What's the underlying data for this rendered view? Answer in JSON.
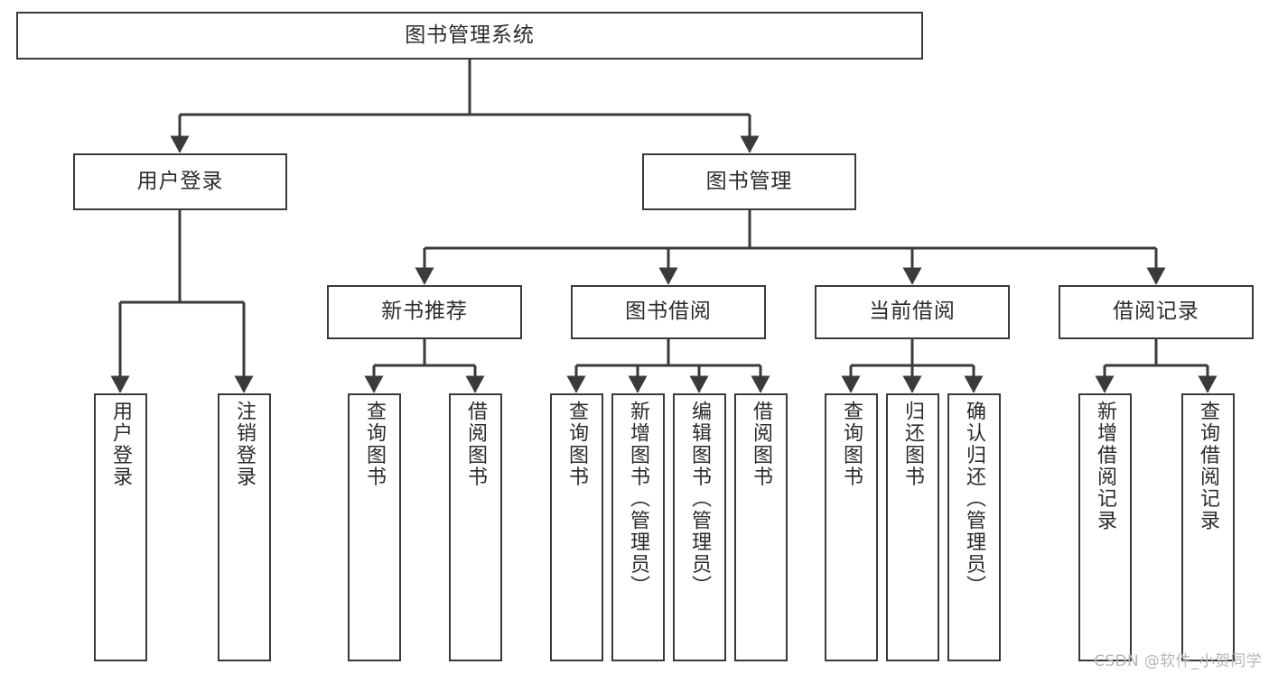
{
  "diagram": {
    "title": "图书管理系统",
    "type": "tree-hierarchy-chart",
    "watermark": "CSDN @软件_小贺同学",
    "line_color": "#3a3a3a",
    "box_fill": "#ffffff",
    "text_color": "#2b2b2b",
    "nodes": {
      "root": {
        "label": "图书管理系统"
      },
      "level1": [
        {
          "id": "user-login",
          "label": "用户登录"
        },
        {
          "id": "book-manage",
          "label": "图书管理"
        }
      ],
      "level2": [
        {
          "id": "new-book-recommend",
          "label": "新书推荐"
        },
        {
          "id": "book-borrow",
          "label": "图书借阅"
        },
        {
          "id": "current-borrow",
          "label": "当前借阅"
        },
        {
          "id": "borrow-record",
          "label": "借阅记录"
        }
      ],
      "leaves": {
        "user_login": [
          {
            "id": "leaf-user-login",
            "label": "用户登录"
          },
          {
            "id": "leaf-logout-login",
            "label": "注销登录"
          }
        ],
        "new_book_recommend": [
          {
            "id": "leaf-query-book-1",
            "label": "查询图书"
          },
          {
            "id": "leaf-borrow-book-1",
            "label": "借阅图书"
          }
        ],
        "book_borrow": [
          {
            "id": "leaf-query-book-2",
            "label": "查询图书"
          },
          {
            "id": "leaf-add-book",
            "label": "新增图书（管理员）"
          },
          {
            "id": "leaf-edit-book",
            "label": "编辑图书（管理员）"
          },
          {
            "id": "leaf-borrow-book-2",
            "label": "借阅图书"
          }
        ],
        "current_borrow": [
          {
            "id": "leaf-query-book-3",
            "label": "查询图书"
          },
          {
            "id": "leaf-return-book",
            "label": "归还图书"
          },
          {
            "id": "leaf-confirm-return",
            "label": "确认归还（管理员）"
          }
        ],
        "borrow_record": [
          {
            "id": "leaf-add-record",
            "label": "新增借阅记录"
          },
          {
            "id": "leaf-query-record",
            "label": "查询借阅记录"
          }
        ]
      }
    }
  }
}
